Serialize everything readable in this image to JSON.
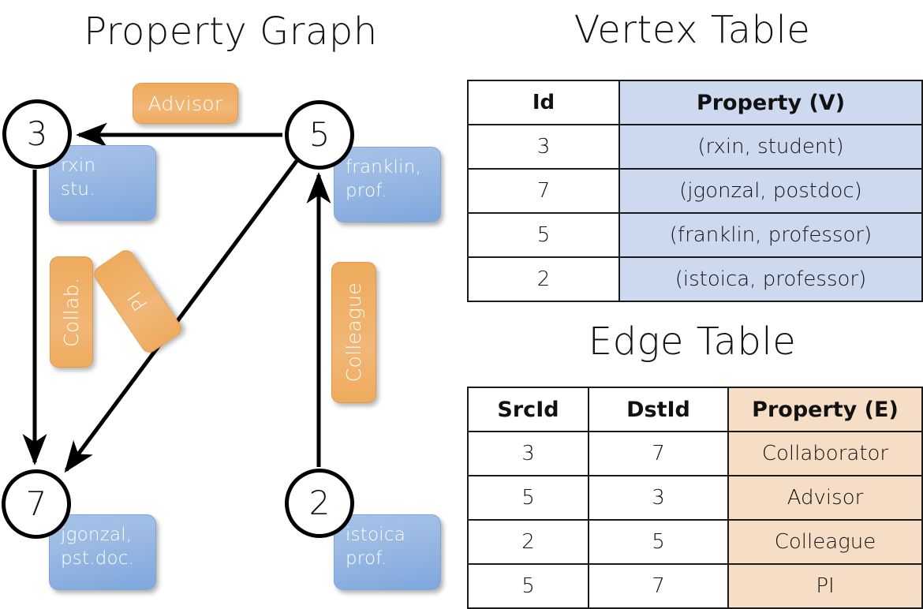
{
  "titles": {
    "property_graph": "Property Graph",
    "vertex_table": "Vertex Table",
    "edge_table": "Edge Table"
  },
  "colors": {
    "vertex_property_fill": "#ccd9ee",
    "edge_property_fill": "#f6ddc6",
    "node_property_box": "#9dbbe4",
    "edge_label_box": "#efab5e",
    "stroke": "#000000",
    "background": "#ffffff"
  },
  "graph": {
    "nodes": [
      {
        "id": "3",
        "property_line1": "rxin",
        "property_line2": "stu."
      },
      {
        "id": "5",
        "property_line1": "franklin,",
        "property_line2": "prof."
      },
      {
        "id": "7",
        "property_line1": "jgonzal,",
        "property_line2": "pst.doc."
      },
      {
        "id": "2",
        "property_line1": "istoica",
        "property_line2": "prof."
      }
    ],
    "edge_labels": [
      {
        "name": "advisor",
        "text": "Advisor",
        "orientation": "horizontal"
      },
      {
        "name": "collab",
        "text": "Collab.",
        "orientation": "vertical"
      },
      {
        "name": "pi",
        "text": "PI",
        "orientation": "rotated"
      },
      {
        "name": "colleague",
        "text": "Colleague",
        "orientation": "vertical"
      }
    ],
    "edges": [
      {
        "from": "5",
        "to": "3",
        "label": "Advisor"
      },
      {
        "from": "3",
        "to": "7",
        "label": "Collab."
      },
      {
        "from": "5",
        "to": "7",
        "label": "PI"
      },
      {
        "from": "2",
        "to": "5",
        "label": "Colleague"
      }
    ]
  },
  "vertex_table": {
    "headers": [
      "Id",
      "Property (V)"
    ],
    "rows": [
      {
        "id": "3",
        "property": "(rxin, student)"
      },
      {
        "id": "7",
        "property": "(jgonzal, postdoc)"
      },
      {
        "id": "5",
        "property": "(franklin, professor)"
      },
      {
        "id": "2",
        "property": "(istoica, professor)"
      }
    ]
  },
  "edge_table": {
    "headers": [
      "SrcId",
      "DstId",
      "Property (E)"
    ],
    "rows": [
      {
        "src": "3",
        "dst": "7",
        "property": "Collaborator"
      },
      {
        "src": "5",
        "dst": "3",
        "property": "Advisor"
      },
      {
        "src": "2",
        "dst": "5",
        "property": "Colleague"
      },
      {
        "src": "5",
        "dst": "7",
        "property": "PI"
      }
    ]
  }
}
